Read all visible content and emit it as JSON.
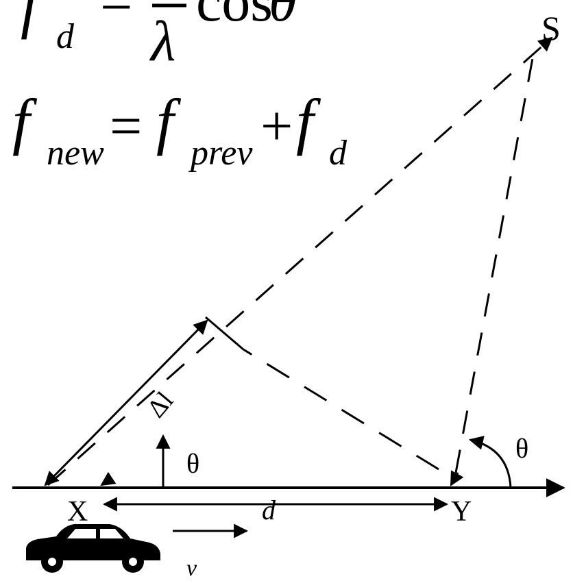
{
  "formula1": {
    "lhs_f": "f",
    "lhs_sub": "d",
    "equals": "=",
    "denominator": "λ",
    "cos": "cos",
    "theta": "θ"
  },
  "formula2": {
    "f1": "f",
    "sub_new": "new",
    "equals": "=",
    "f2": "f",
    "sub_prev": "prev",
    "plus": "+",
    "f3": "f",
    "sub_d": "d"
  },
  "labels": {
    "source": "S",
    "point_x": "X",
    "point_y": "Y",
    "distance": "d",
    "velocity": "v",
    "delta_l": "Δl",
    "theta_left": "θ",
    "theta_right": "θ"
  },
  "colors": {
    "ink": "#000000",
    "background": "#ffffff"
  },
  "icons": {
    "car": "car-icon"
  }
}
